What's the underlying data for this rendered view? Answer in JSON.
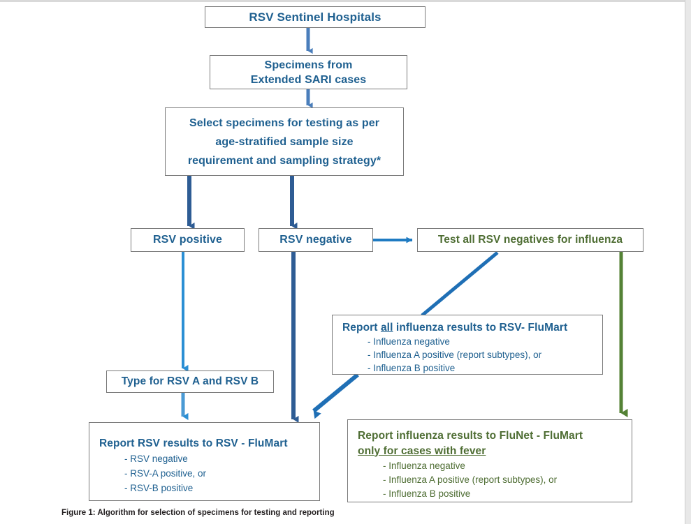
{
  "figure": {
    "caption": "Figure 1: Algorithm for selection of specimens for testing and reporting"
  },
  "colors": {
    "text_blue": "#1f6090",
    "text_green": "#4e6d33",
    "arrow_navy": "#2e5c94",
    "arrow_bright_blue": "#1f7bc2",
    "arrow_steel_blue": "#1f6fb5",
    "arrow_green": "#548235",
    "box_border": "#7a7a7a",
    "background": "#ffffff"
  },
  "nodes": {
    "sentinel_hospitals": {
      "label": "RSV Sentinel Hospitals"
    },
    "specimens": {
      "line1": "Specimens from",
      "line2": "Extended SARI cases"
    },
    "select_specimens": {
      "line1": "Select specimens for testing as per",
      "line2": "age-stratified sample size",
      "line3": "requirement and sampling strategy*"
    },
    "rsv_positive": {
      "label": "RSV positive"
    },
    "rsv_negative": {
      "label": "RSV negative"
    },
    "test_influenza": {
      "label": "Test all RSV negatives for influenza"
    },
    "report_all_influenza": {
      "title_before": "Report ",
      "title_underline": "all",
      "title_after": " influenza results to RSV- FluMart",
      "bullets": [
        "-  Influenza negative",
        "-  Influenza A positive (report subtypes), or",
        "-  Influenza B positive"
      ]
    },
    "type_rsv": {
      "label": "Type for RSV A and RSV B"
    },
    "report_rsv": {
      "title": "Report RSV results to RSV - FluMart",
      "bullets": [
        "-  RSV negative",
        "-  RSV-A positive, or",
        "-  RSV-B positive"
      ]
    },
    "report_influenza_flunet": {
      "title_line1": "Report influenza results to FluNet - FluMart",
      "title_line2_underline": "only for cases with fever",
      "bullets": [
        "-  Influenza negative",
        "-  Influenza A positive (report subtypes), or",
        "-  Influenza B positive"
      ]
    }
  },
  "connectors": [
    {
      "name": "hospitals-to-specimens",
      "from": "sentinel_hospitals",
      "to": "specimens",
      "style": "vertical-arrow",
      "color": "#4a7ebb"
    },
    {
      "name": "specimens-to-select",
      "from": "specimens",
      "to": "select_specimens",
      "style": "vertical-arrow",
      "color": "#4a7ebb"
    },
    {
      "name": "select-to-rsv-positive",
      "from": "select_specimens",
      "to": "rsv_positive",
      "style": "vertical-arrow",
      "color": "#2e5c94"
    },
    {
      "name": "select-to-rsv-negative",
      "from": "select_specimens",
      "to": "rsv_negative",
      "style": "vertical-arrow",
      "color": "#2e5c94"
    },
    {
      "name": "rsv-negative-to-test-influenza",
      "from": "rsv_negative",
      "to": "test_influenza",
      "style": "horizontal-arrow",
      "color": "#1f7bc2"
    },
    {
      "name": "rsv-positive-to-type-rsv",
      "from": "rsv_positive",
      "to": "type_rsv",
      "style": "vertical-arrow",
      "color": "#2b8fd4"
    },
    {
      "name": "test-influenza-to-report-all",
      "from": "test_influenza",
      "to": "report_all_influenza",
      "style": "diagonal-line",
      "color": "#1f6fb5"
    },
    {
      "name": "test-influenza-to-report-flunet",
      "from": "test_influenza",
      "to": "report_influenza_flunet",
      "style": "vertical-arrow",
      "color": "#548235"
    },
    {
      "name": "rsv-negative-to-report-rsv",
      "from": "rsv_negative",
      "to": "report_rsv",
      "style": "vertical-arrow",
      "color": "#2e5c94"
    },
    {
      "name": "report-all-to-report-rsv",
      "from": "report_all_influenza",
      "to": "report_rsv",
      "style": "diagonal-arrow",
      "color": "#1f6fb5"
    },
    {
      "name": "type-rsv-to-report-rsv",
      "from": "type_rsv",
      "to": "report_rsv",
      "style": "vertical-arrow",
      "color": "#4a9ad4"
    }
  ]
}
